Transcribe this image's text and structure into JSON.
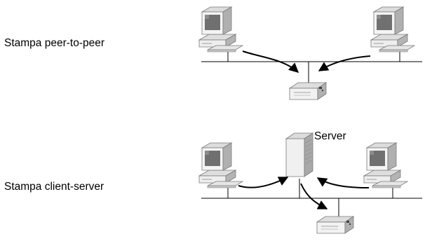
{
  "labels": {
    "peer_to_peer": "Stampa peer-to-peer",
    "client_server": "Stampa client-server",
    "server": "Server"
  },
  "colors": {
    "line": "#000000",
    "screen": "#707070",
    "case_light": "#f2f2f2",
    "case_mid": "#d6d6d6",
    "case_dark": "#a8a8a8"
  },
  "icons": [
    "computer-icon",
    "printer-icon",
    "server-icon",
    "arrow"
  ]
}
